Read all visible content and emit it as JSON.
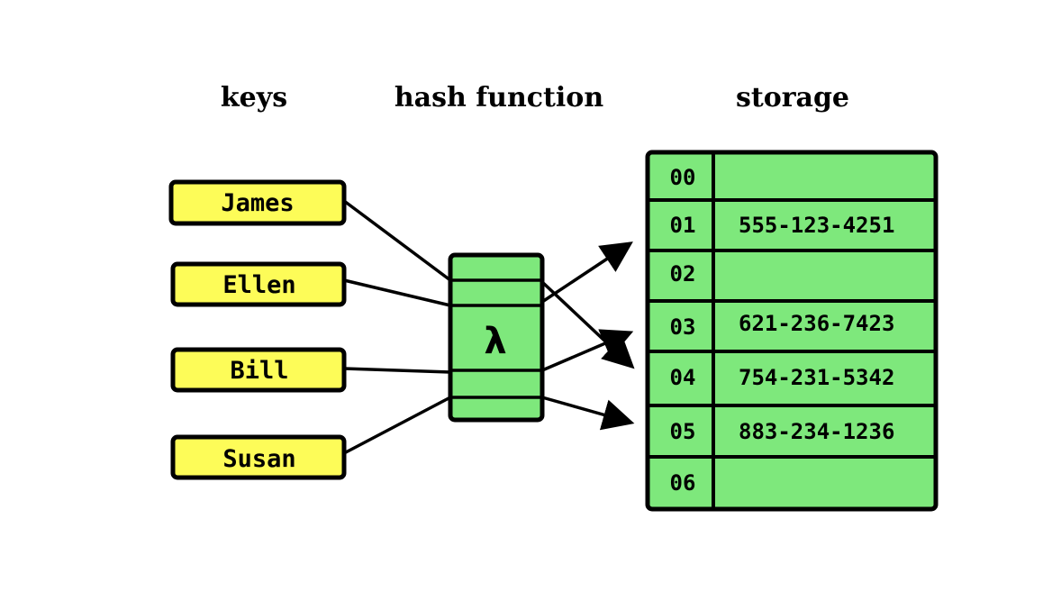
{
  "headings": {
    "keys": "keys",
    "hash_function": "hash function",
    "storage": "storage"
  },
  "keys": [
    "James",
    "Ellen",
    "Bill",
    "Susan"
  ],
  "hash_symbol": "λ",
  "storage": [
    {
      "index": "00",
      "value": ""
    },
    {
      "index": "01",
      "value": "555-123-4251"
    },
    {
      "index": "02",
      "value": ""
    },
    {
      "index": "03",
      "value": "621-236-7423"
    },
    {
      "index": "04",
      "value": "754-231-5342"
    },
    {
      "index": "05",
      "value": "883-234-1236"
    },
    {
      "index": "06",
      "value": ""
    }
  ],
  "colors": {
    "key_fill": "#fdfc58",
    "table_fill": "#7ee87c",
    "stroke": "#000000"
  }
}
